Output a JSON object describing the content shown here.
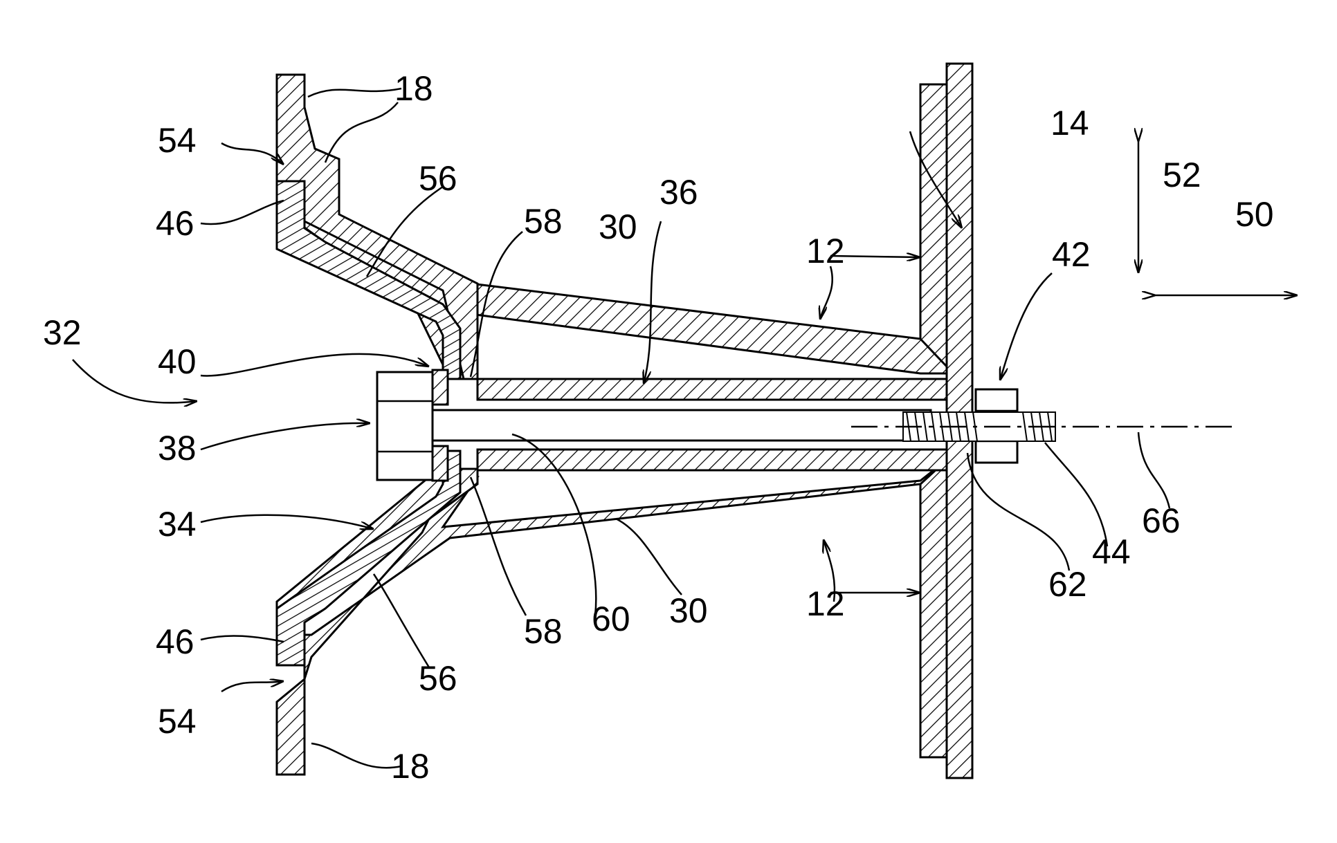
{
  "labels": {
    "l12a": "12",
    "l12b": "12",
    "l14": "14",
    "l18a": "18",
    "l18b": "18",
    "l30a": "30",
    "l30b": "30",
    "l32": "32",
    "l34": "34",
    "l36": "36",
    "l38": "38",
    "l40": "40",
    "l42": "42",
    "l44": "44",
    "l46a": "46",
    "l46b": "46",
    "l50": "50",
    "l52": "52",
    "l54a": "54",
    "l54b": "54",
    "l56a": "56",
    "l56b": "56",
    "l58a": "58",
    "l58b": "58",
    "l60": "60",
    "l62": "62",
    "l66": "66"
  }
}
